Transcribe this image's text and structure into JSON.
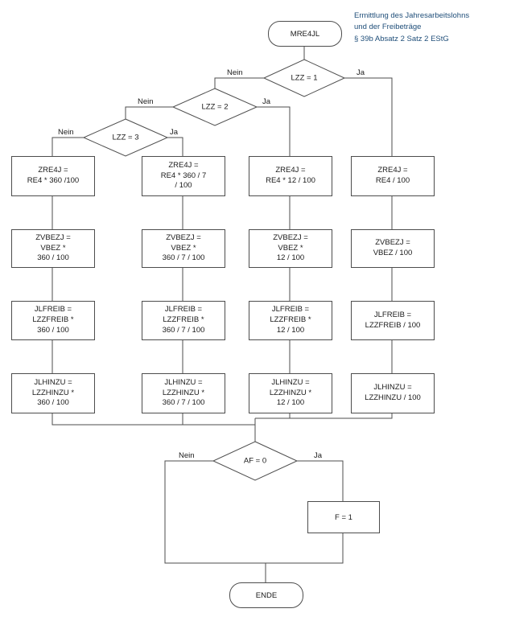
{
  "title": {
    "line1": "Ermittlung des Jahresarbeitslohns",
    "line2": "und der Freibeträge",
    "line3": "§ 39b Absatz 2 Satz 2 EStG"
  },
  "start_label": "MRE4JL",
  "end_label": "ENDE",
  "decisions": {
    "lzz1": "LZZ = 1",
    "lzz2": "LZZ = 2",
    "lzz3": "LZZ = 3",
    "af": "AF = 0"
  },
  "edge_labels": {
    "nein": "Nein",
    "ja": "Ja"
  },
  "f_box_label": "F = 1",
  "columns": [
    {
      "rows": [
        "ZRE4J =\nRE4 * 360 /100",
        "ZVBEZJ =\nVBEZ *\n360 / 100",
        "JLFREIB =\nLZZFREIB *\n360 / 100",
        "JLHINZU =\nLZZHINZU *\n360 / 100"
      ]
    },
    {
      "rows": [
        "ZRE4J =\nRE4 * 360 / 7\n/ 100",
        "ZVBEZJ =\nVBEZ *\n360 / 7 / 100",
        "JLFREIB =\nLZZFREIB *\n360 / 7 / 100",
        "JLHINZU =\nLZZHINZU *\n360 / 7 / 100"
      ]
    },
    {
      "rows": [
        "ZRE4J =\nRE4 * 12 / 100",
        "ZVBEZJ =\nVBEZ *\n12 / 100",
        "JLFREIB =\nLZZFREIB *\n12 / 100",
        "JLHINZU =\nLZZHINZU *\n12 / 100"
      ]
    },
    {
      "rows": [
        "ZRE4J =\nRE4 / 100",
        "ZVBEZJ =\nVBEZ / 100",
        "JLFREIB =\nLZZFREIB / 100",
        "JLHINZU =\nLZZHINZU / 100"
      ]
    }
  ],
  "colors": {
    "title_text": "#1F4E79",
    "line": "#4D4D4D",
    "box_border": "#4D4D4D",
    "background": "#FFFFFF"
  }
}
